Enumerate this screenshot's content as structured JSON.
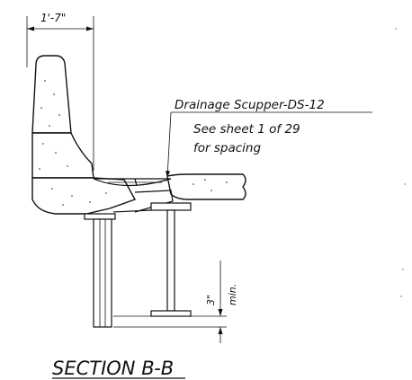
{
  "dimension_width": "1'-7\"",
  "scupper_note": {
    "line1": "Drainage Scupper-DS-12",
    "line2": "See sheet 1 of 29",
    "line3": "for spacing"
  },
  "clearance_dim": {
    "value": "3\"",
    "qualifier": "min."
  },
  "section_title": "SECTION B-B",
  "colors": {
    "line": "#111111",
    "background": "#ffffff"
  }
}
